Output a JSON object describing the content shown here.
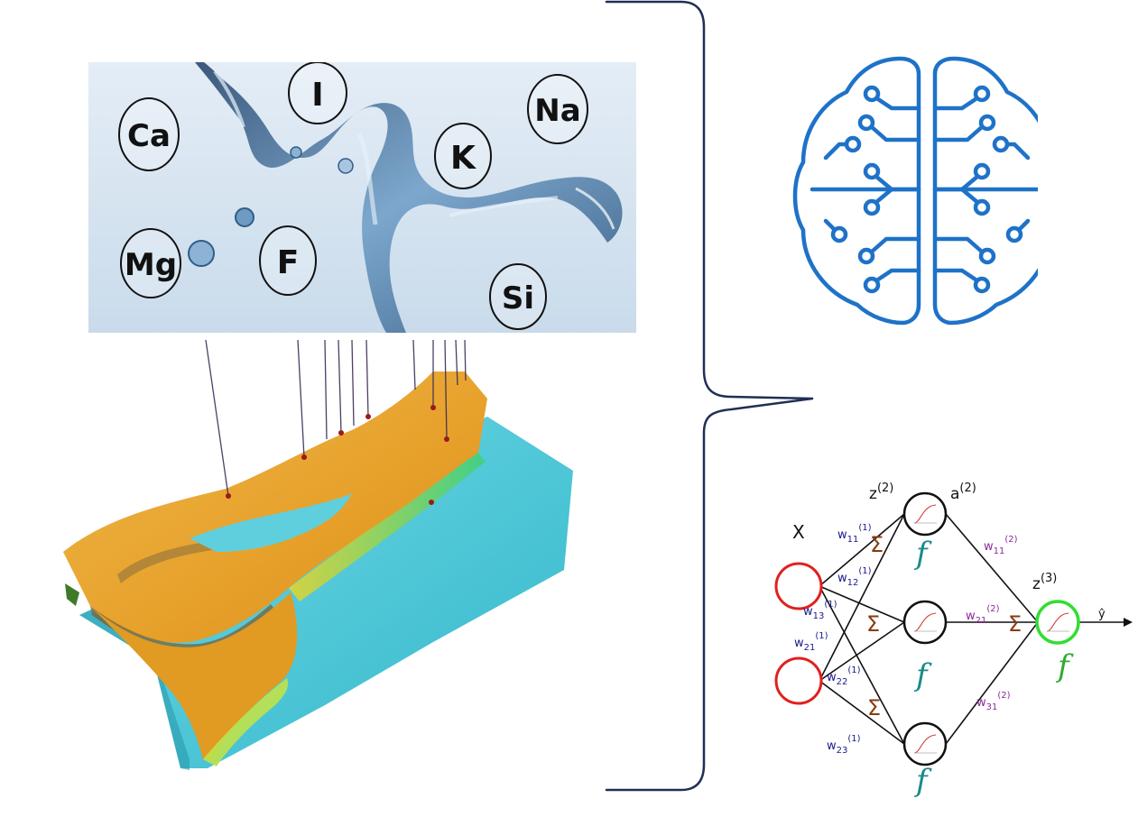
{
  "elements_panel": {
    "elements": [
      "Ca",
      "I",
      "K",
      "Na",
      "Mg",
      "F",
      "Si"
    ]
  },
  "neural_network": {
    "input_label": "X",
    "output_label": "ŷ",
    "activation_symbol": "f",
    "sum_symbol": "Σ",
    "hidden_z_label": "z",
    "hidden_z_sup": "(2)",
    "hidden_a_label": "a",
    "hidden_a_sup": "(2)",
    "output_z_label": "z",
    "output_z_sup": "(3)",
    "weights_layer1": [
      {
        "base": "w",
        "sub": "11",
        "sup": "(1)"
      },
      {
        "base": "w",
        "sub": "12",
        "sup": "(1)"
      },
      {
        "base": "w",
        "sub": "13",
        "sup": "(1)"
      },
      {
        "base": "w",
        "sub": "21",
        "sup": "(1)"
      },
      {
        "base": "w",
        "sub": "22",
        "sup": "(1)"
      },
      {
        "base": "w",
        "sub": "23",
        "sup": "(1)"
      }
    ],
    "weights_layer2": [
      {
        "base": "w",
        "sub": "11",
        "sup": "(2)"
      },
      {
        "base": "w",
        "sub": "21",
        "sup": "(2)"
      },
      {
        "base": "w",
        "sub": "31",
        "sup": "(2)"
      }
    ],
    "colors": {
      "input_node": "#e02020",
      "hidden_node": "#111111",
      "output_node": "#33dd33",
      "weight_l1": "#1a1a8c",
      "weight_l2": "#8a2a9a",
      "sum": "#8b3a0f",
      "activation": "#1a8a8a"
    }
  },
  "colors": {
    "brain_stroke": "#1e72c8",
    "bracket_stroke": "#1f2f55",
    "water_bg": "#dfe9f3",
    "terrain_orange": "#e8a42a",
    "terrain_cyan": "#4cc6d6"
  },
  "icons": {
    "brain": "brain-circuit-icon"
  }
}
